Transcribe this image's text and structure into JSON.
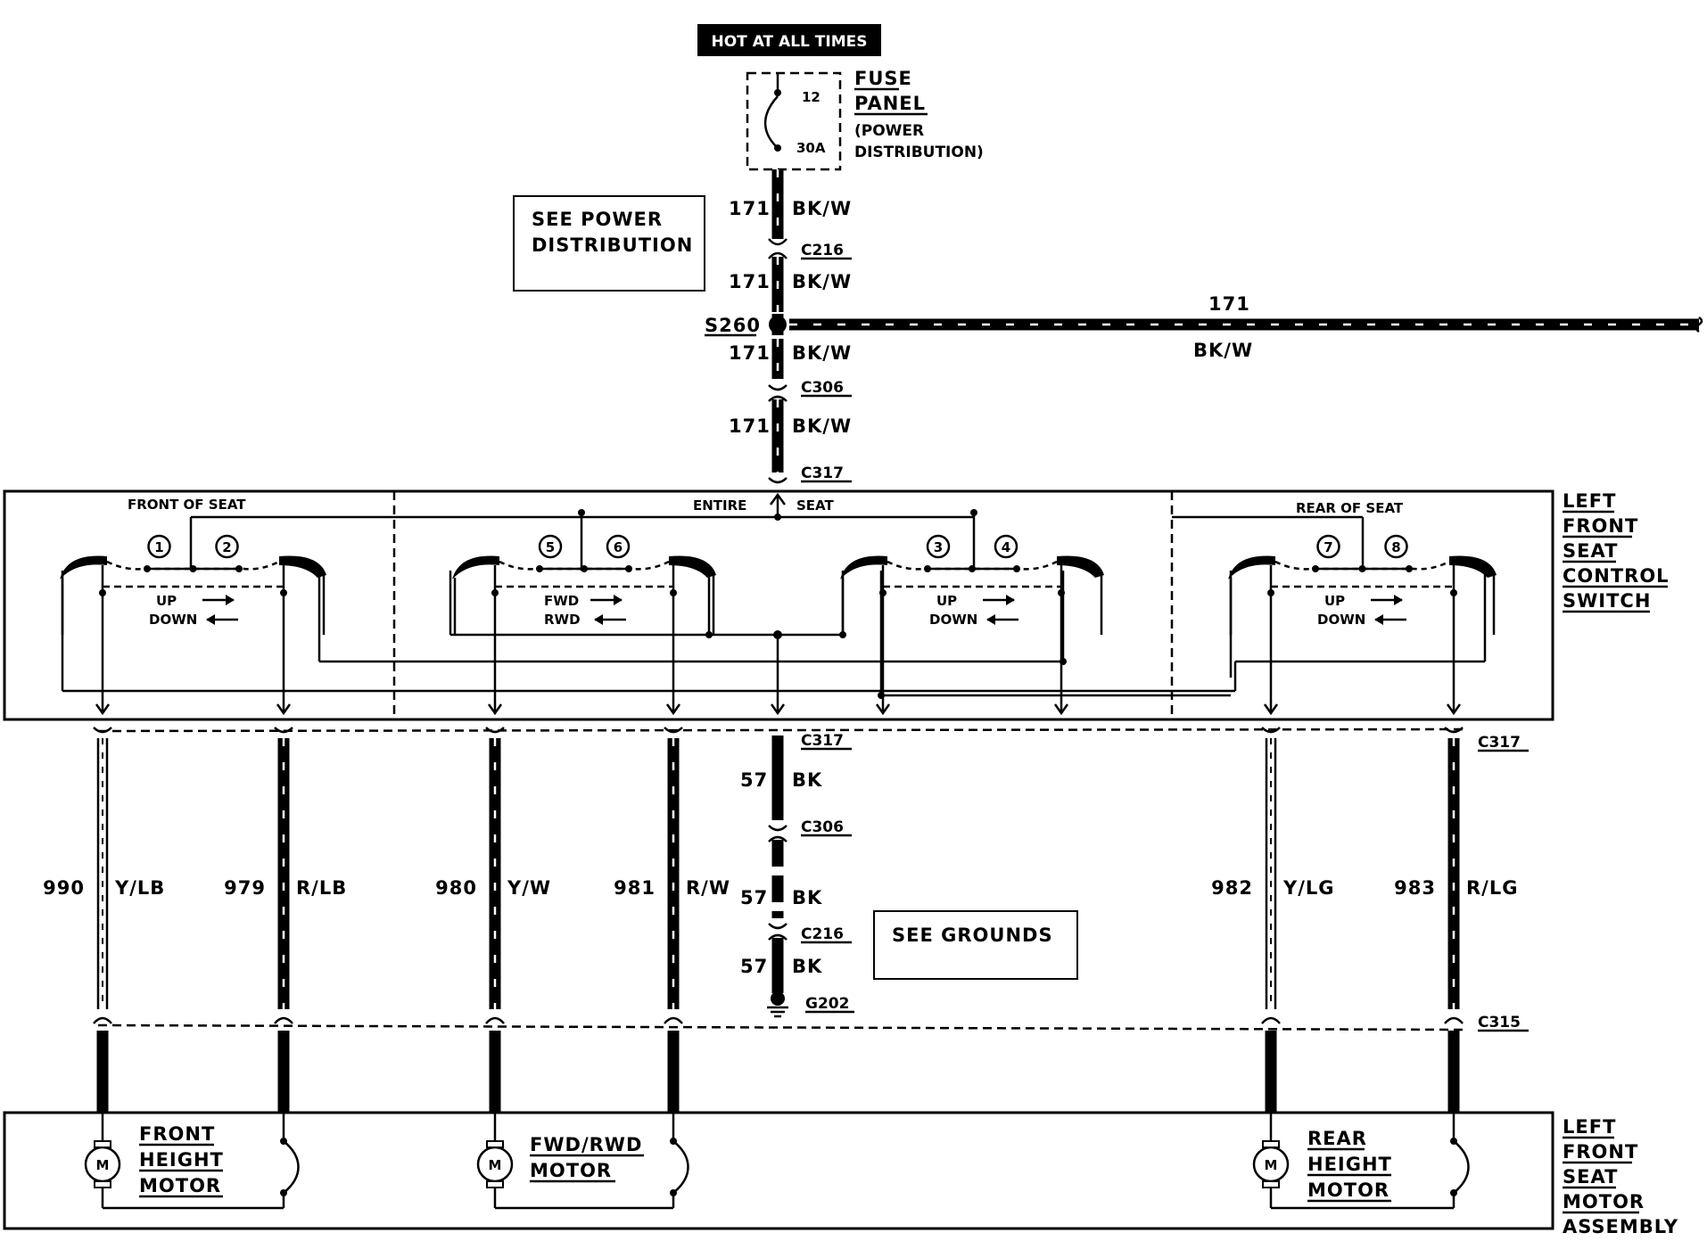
{
  "hot_label": "HOT AT ALL TIMES",
  "fuse": {
    "number": "12",
    "rating": "30A",
    "panel_lines": [
      "FUSE",
      "PANEL",
      "(POWER",
      "DISTRIBUTION)"
    ]
  },
  "see_power": [
    "SEE POWER",
    "DISTRIBUTION"
  ],
  "see_grounds": "SEE GROUNDS",
  "power_wire": {
    "circuit": "171",
    "color": "BK/W"
  },
  "splice": "S260",
  "connectors": {
    "c216": "C216",
    "c306": "C306",
    "c317": "C317",
    "c315": "C315",
    "g202": "G202"
  },
  "ground_wire": {
    "circuit": "57",
    "color": "BK"
  },
  "switch": {
    "front_label": "FRONT OF SEAT",
    "entire_label_a": "ENTIRE",
    "entire_label_b": "SEAT",
    "rear_label": "REAR OF SEAT",
    "name_lines": [
      "LEFT",
      "FRONT",
      "SEAT",
      "CONTROL",
      "SWITCH"
    ],
    "contacts": [
      "1",
      "2",
      "5",
      "6",
      "3",
      "4",
      "7",
      "8"
    ],
    "dir_up": "UP",
    "dir_down": "DOWN",
    "dir_fwd": "FWD",
    "dir_rwd": "RWD"
  },
  "motor_wires": [
    {
      "circuit": "990",
      "color": "Y/LB"
    },
    {
      "circuit": "979",
      "color": "R/LB"
    },
    {
      "circuit": "980",
      "color": "Y/W"
    },
    {
      "circuit": "981",
      "color": "R/W"
    },
    {
      "circuit": "982",
      "color": "Y/LG"
    },
    {
      "circuit": "983",
      "color": "R/LG"
    }
  ],
  "motors": {
    "front": [
      "FRONT",
      "HEIGHT",
      "MOTOR"
    ],
    "fwdrwd": [
      "FWD/RWD",
      "MOTOR"
    ],
    "rear": [
      "REAR",
      "HEIGHT",
      "MOTOR"
    ],
    "symbol": "M",
    "assembly_lines": [
      "LEFT",
      "FRONT",
      "SEAT",
      "MOTOR",
      "ASSEMBLY"
    ]
  }
}
